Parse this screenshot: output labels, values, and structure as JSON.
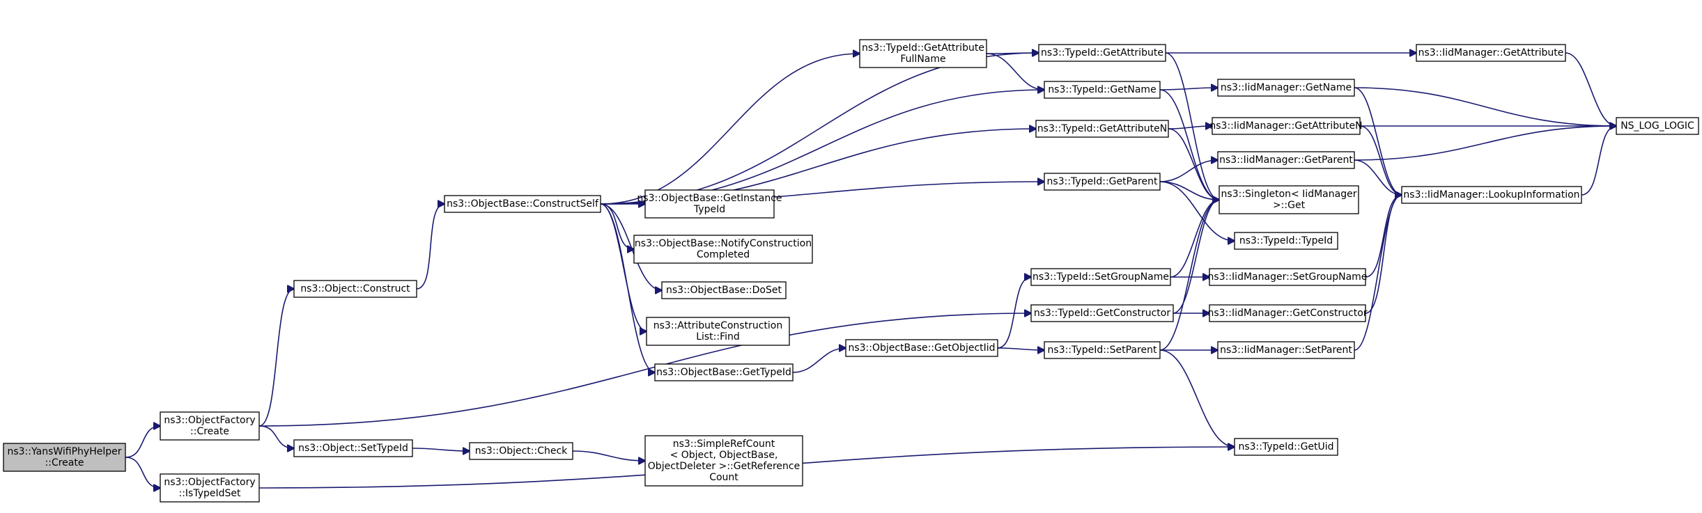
{
  "diagram": {
    "type": "call-graph",
    "edge_color": "#191970",
    "root_fill": "#bfbfbf",
    "nodes": [
      {
        "id": "root",
        "lines": [
          "ns3::YansWifiPhyHelper",
          "::Create"
        ],
        "root": true
      },
      {
        "id": "of_create",
        "lines": [
          "ns3::ObjectFactory",
          "::Create"
        ]
      },
      {
        "id": "of_istypeidset",
        "lines": [
          "ns3::ObjectFactory",
          "::IsTypeIdSet"
        ]
      },
      {
        "id": "obj_construct",
        "lines": [
          "ns3::Object::Construct"
        ]
      },
      {
        "id": "obj_settypeid",
        "lines": [
          "ns3::Object::SetTypeId"
        ]
      },
      {
        "id": "obj_check",
        "lines": [
          "ns3::Object::Check"
        ]
      },
      {
        "id": "simplerefcount",
        "lines": [
          "ns3::SimpleRefCount",
          "< Object, ObjectBase,",
          "ObjectDeleter >::GetReference",
          "Count"
        ]
      },
      {
        "id": "ob_constructself",
        "lines": [
          "ns3::ObjectBase::ConstructSelf"
        ]
      },
      {
        "id": "ob_getinstancetypeid",
        "lines": [
          "ns3::ObjectBase::GetInstance",
          "TypeId"
        ]
      },
      {
        "id": "ob_notify",
        "lines": [
          "ns3::ObjectBase::NotifyConstruction",
          "Completed"
        ]
      },
      {
        "id": "ob_doset",
        "lines": [
          "ns3::ObjectBase::DoSet"
        ]
      },
      {
        "id": "acl_find",
        "lines": [
          "ns3::AttributeConstruction",
          "List::Find"
        ]
      },
      {
        "id": "ob_gettypeid",
        "lines": [
          "ns3::ObjectBase::GetTypeId"
        ]
      },
      {
        "id": "ob_getobjectiid",
        "lines": [
          "ns3::ObjectBase::GetObjectIid"
        ]
      },
      {
        "id": "tid_getattrfullname",
        "lines": [
          "ns3::TypeId::GetAttribute",
          "FullName"
        ]
      },
      {
        "id": "tid_getattribute",
        "lines": [
          "ns3::TypeId::GetAttribute"
        ]
      },
      {
        "id": "tid_getname",
        "lines": [
          "ns3::TypeId::GetName"
        ]
      },
      {
        "id": "tid_getattributen",
        "lines": [
          "ns3::TypeId::GetAttributeN"
        ]
      },
      {
        "id": "tid_getparent",
        "lines": [
          "ns3::TypeId::GetParent"
        ]
      },
      {
        "id": "tid_setgroupname",
        "lines": [
          "ns3::TypeId::SetGroupName"
        ]
      },
      {
        "id": "tid_getconstructor",
        "lines": [
          "ns3::TypeId::GetConstructor"
        ]
      },
      {
        "id": "tid_setparent",
        "lines": [
          "ns3::TypeId::SetParent"
        ]
      },
      {
        "id": "tid_typeid",
        "lines": [
          "ns3::TypeId::TypeId"
        ]
      },
      {
        "id": "tid_getuid",
        "lines": [
          "ns3::TypeId::GetUid"
        ]
      },
      {
        "id": "singleton_get",
        "lines": [
          "ns3::Singleton< IidManager",
          ">::Get"
        ]
      },
      {
        "id": "iid_getattribute",
        "lines": [
          "ns3::IidManager::GetAttribute"
        ]
      },
      {
        "id": "iid_getname",
        "lines": [
          "ns3::IidManager::GetName"
        ]
      },
      {
        "id": "iid_getattributen",
        "lines": [
          "ns3::IidManager::GetAttributeN"
        ]
      },
      {
        "id": "iid_getparent",
        "lines": [
          "ns3::IidManager::GetParent"
        ]
      },
      {
        "id": "iid_setgroupname",
        "lines": [
          "ns3::IidManager::SetGroupName"
        ]
      },
      {
        "id": "iid_getconstructor",
        "lines": [
          "ns3::IidManager::GetConstructor"
        ]
      },
      {
        "id": "iid_setparent",
        "lines": [
          "ns3::IidManager::SetParent"
        ]
      },
      {
        "id": "iid_lookupinformation",
        "lines": [
          "ns3::IidManager::LookupInformation"
        ]
      },
      {
        "id": "ns_log_logic",
        "lines": [
          "NS_LOG_LOGIC"
        ]
      }
    ],
    "edges": [
      [
        "root",
        "of_create"
      ],
      [
        "root",
        "of_istypeidset"
      ],
      [
        "of_create",
        "obj_construct"
      ],
      [
        "of_create",
        "obj_settypeid"
      ],
      [
        "of_create",
        "tid_getconstructor"
      ],
      [
        "of_istypeidset",
        "tid_getuid"
      ],
      [
        "obj_construct",
        "ob_constructself"
      ],
      [
        "obj_settypeid",
        "obj_check"
      ],
      [
        "obj_check",
        "simplerefcount"
      ],
      [
        "ob_constructself",
        "ob_getinstancetypeid"
      ],
      [
        "ob_constructself",
        "ob_notify"
      ],
      [
        "ob_constructself",
        "ob_doset"
      ],
      [
        "ob_constructself",
        "acl_find"
      ],
      [
        "ob_constructself",
        "ob_gettypeid"
      ],
      [
        "ob_constructself",
        "tid_getattrfullname"
      ],
      [
        "ob_constructself",
        "tid_getattribute"
      ],
      [
        "ob_constructself",
        "tid_getname"
      ],
      [
        "ob_constructself",
        "tid_getattributen"
      ],
      [
        "ob_constructself",
        "tid_getparent"
      ],
      [
        "ob_gettypeid",
        "ob_getobjectiid"
      ],
      [
        "ob_getobjectiid",
        "tid_setgroupname"
      ],
      [
        "ob_getobjectiid",
        "tid_setparent"
      ],
      [
        "tid_getattrfullname",
        "tid_getattribute"
      ],
      [
        "tid_getattrfullname",
        "tid_getname"
      ],
      [
        "tid_getattribute",
        "iid_getattribute"
      ],
      [
        "tid_getattribute",
        "singleton_get"
      ],
      [
        "tid_getname",
        "iid_getname"
      ],
      [
        "tid_getname",
        "singleton_get"
      ],
      [
        "tid_getattributen",
        "iid_getattributen"
      ],
      [
        "tid_getattributen",
        "singleton_get"
      ],
      [
        "tid_getparent",
        "iid_getparent"
      ],
      [
        "tid_getparent",
        "singleton_get"
      ],
      [
        "tid_getparent",
        "tid_typeid"
      ],
      [
        "tid_setgroupname",
        "iid_setgroupname"
      ],
      [
        "tid_setgroupname",
        "singleton_get"
      ],
      [
        "tid_getconstructor",
        "iid_getconstructor"
      ],
      [
        "tid_getconstructor",
        "singleton_get"
      ],
      [
        "tid_setparent",
        "iid_setparent"
      ],
      [
        "tid_setparent",
        "singleton_get"
      ],
      [
        "tid_setparent",
        "tid_getuid"
      ],
      [
        "iid_getattribute",
        "ns_log_logic"
      ],
      [
        "iid_getname",
        "ns_log_logic"
      ],
      [
        "iid_getname",
        "iid_lookupinformation"
      ],
      [
        "iid_getattributen",
        "ns_log_logic"
      ],
      [
        "iid_getattributen",
        "iid_lookupinformation"
      ],
      [
        "iid_getparent",
        "ns_log_logic"
      ],
      [
        "iid_getparent",
        "iid_lookupinformation"
      ],
      [
        "iid_setgroupname",
        "iid_lookupinformation"
      ],
      [
        "iid_getconstructor",
        "iid_lookupinformation"
      ],
      [
        "iid_setparent",
        "iid_lookupinformation"
      ],
      [
        "iid_lookupinformation",
        "ns_log_logic"
      ]
    ]
  }
}
